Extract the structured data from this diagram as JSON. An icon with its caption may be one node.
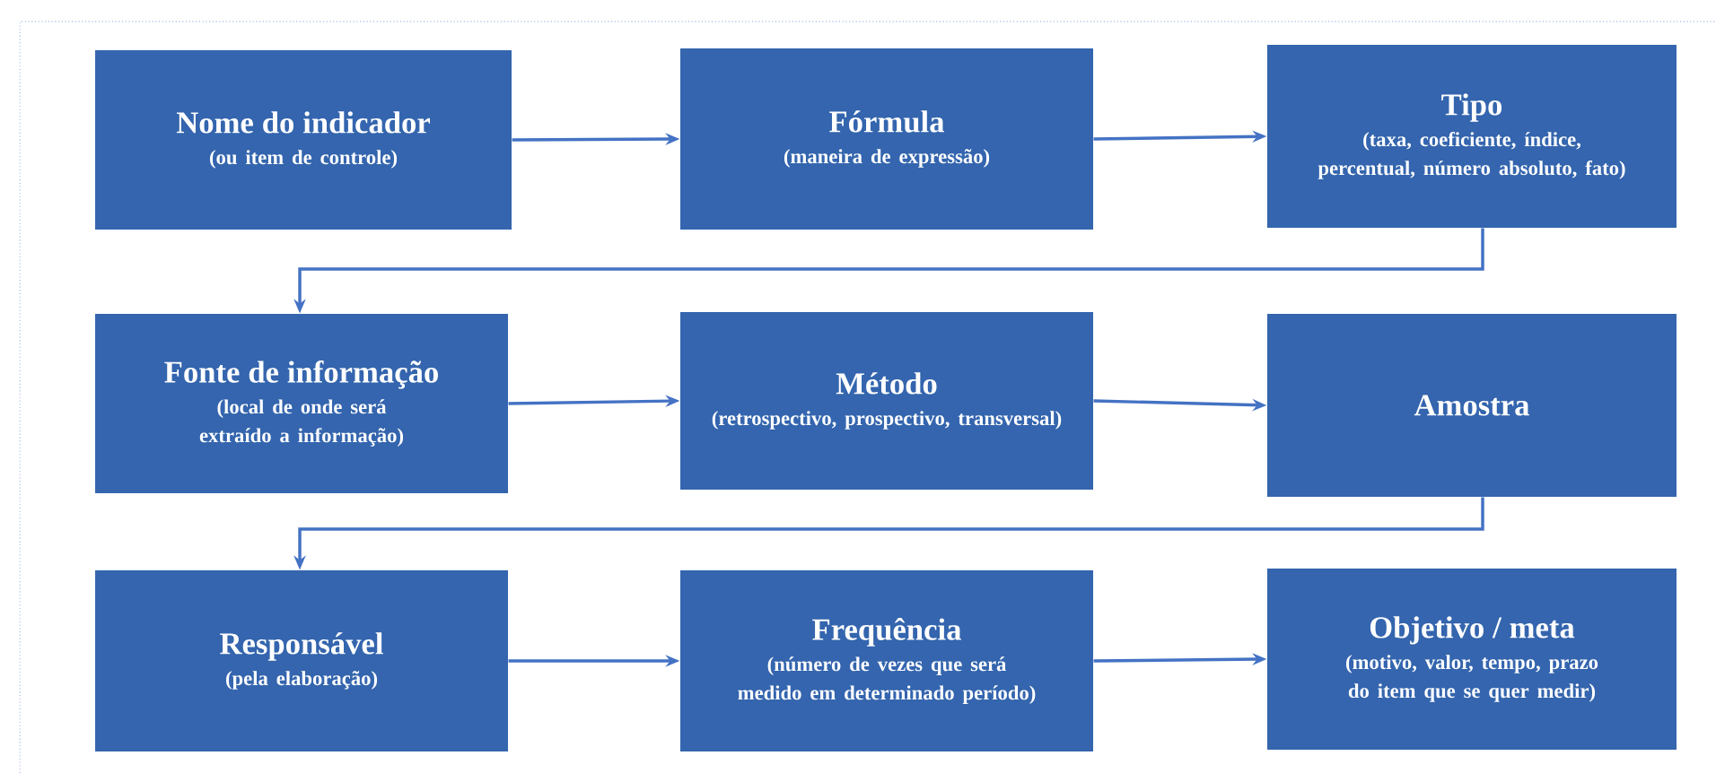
{
  "diagram": {
    "nodes": [
      {
        "text": [
          "Nome do indicador",
          "(ou item de controle)"
        ]
      },
      {
        "text": [
          "Fórmula",
          "(maneira de expressão)"
        ]
      },
      {
        "text": [
          "Tipo",
          "(taxa, coeficiente, índice, percentual, número absoluto, fato)"
        ]
      },
      {
        "text": [
          "Fonte de informação",
          "(local de onde será extraído a informação)"
        ]
      },
      {
        "text": [
          "Método",
          "(retrospectivo, prospectivo, transversal)"
        ]
      },
      {
        "text": [
          "Amostra"
        ]
      },
      {
        "text": [
          "Responsável",
          "(pela elaboração)"
        ]
      },
      {
        "text": [
          "Frequência",
          "(número de vezes que será medido em determinado período)"
        ]
      },
      {
        "text": [
          "Objetivo / meta",
          "(motivo, valor, tempo, prazo do item que se quer medir)"
        ]
      }
    ],
    "edges": [
      {
        "from": 0,
        "to": 1,
        "arrow": "to"
      },
      {
        "from": 1,
        "to": 2,
        "arrow": "to"
      },
      {
        "from": 2,
        "to": 3,
        "arrow": "to"
      },
      {
        "from": 3,
        "to": 4,
        "arrow": "to"
      },
      {
        "from": 4,
        "to": 5,
        "arrow": "to"
      },
      {
        "from": 5,
        "to": 6,
        "arrow": "to"
      },
      {
        "from": 6,
        "to": 7,
        "arrow": "to"
      },
      {
        "from": 7,
        "to": 8,
        "arrow": "to"
      }
    ]
  }
}
